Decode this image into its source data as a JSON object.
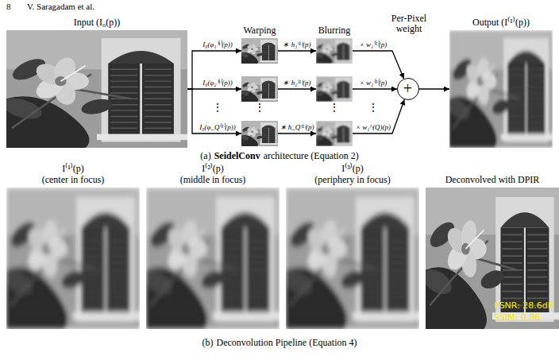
{
  "diagram": {
    "nodes": [
      {
        "text": [
          "Input (I₀(p))"
        ]
      },
      {
        "text": [
          "Warping"
        ]
      },
      {
        "text": []
      },
      {
        "text": []
      },
      {
        "text": [
          "Blurring"
        ]
      },
      {
        "text": []
      },
      {
        "text": []
      },
      {
        "text": [
          "Per-Pixel weight",
          "+"
        ]
      },
      {
        "text": [
          "Output (I⁽¹⁾(p))"
        ]
      },
      {
        "text": [
          "I⁽¹⁾(p)",
          "(center in focus)"
        ]
      },
      {
        "text": [
          "I⁽²⁾(p)",
          "(middle in focus)"
        ]
      },
      {
        "text": [
          "I⁽³⁾(p)",
          "(periphery in focus)"
        ]
      },
      {
        "text": [
          "Deconvolved with DPIR",
          "PSNR: 28.6dB",
          "SSIM: 0.86"
        ]
      }
    ],
    "edges": [
      {
        "from": 0,
        "to": 1,
        "arrow": "to",
        "label": "I₀(φ₁⁽¹⁾(p))"
      },
      {
        "from": 0,
        "to": 2,
        "arrow": "to",
        "label": "I₀(φ₂⁽¹⁾(p))"
      },
      {
        "from": 0,
        "to": 3,
        "arrow": "to",
        "label": "I₀(φ_Q⁽¹⁾(p))"
      },
      {
        "from": 1,
        "to": 4,
        "arrow": "to",
        "label": "∗ h₁⁽¹⁾(p)"
      },
      {
        "from": 2,
        "to": 5,
        "arrow": "to",
        "label": "∗ h₂⁽¹⁾(p)"
      },
      {
        "from": 3,
        "to": 6,
        "arrow": "to",
        "label": "∗ h_Q⁽¹⁾(p)"
      },
      {
        "from": 4,
        "to": 7,
        "arrow": "to",
        "label": "× w₁⁽¹⁾(p)"
      },
      {
        "from": 5,
        "to": 7,
        "arrow": "to",
        "label": "× w₁⁽²⁾(p)"
      },
      {
        "from": 6,
        "to": 7,
        "arrow": "to",
        "label": "× w₁^(Q)(p)"
      },
      {
        "from": 7,
        "to": 8,
        "arrow": "to"
      }
    ],
    "labels": [
      "8",
      "V. Saragadam et al.",
      "⋮",
      "⋮",
      "⋮",
      "⋮",
      "(a)",
      "SeidelConv",
      "architecture (Equation 2)",
      "(b)",
      "Deconvolution Pipeline (Equation 4)"
    ]
  }
}
